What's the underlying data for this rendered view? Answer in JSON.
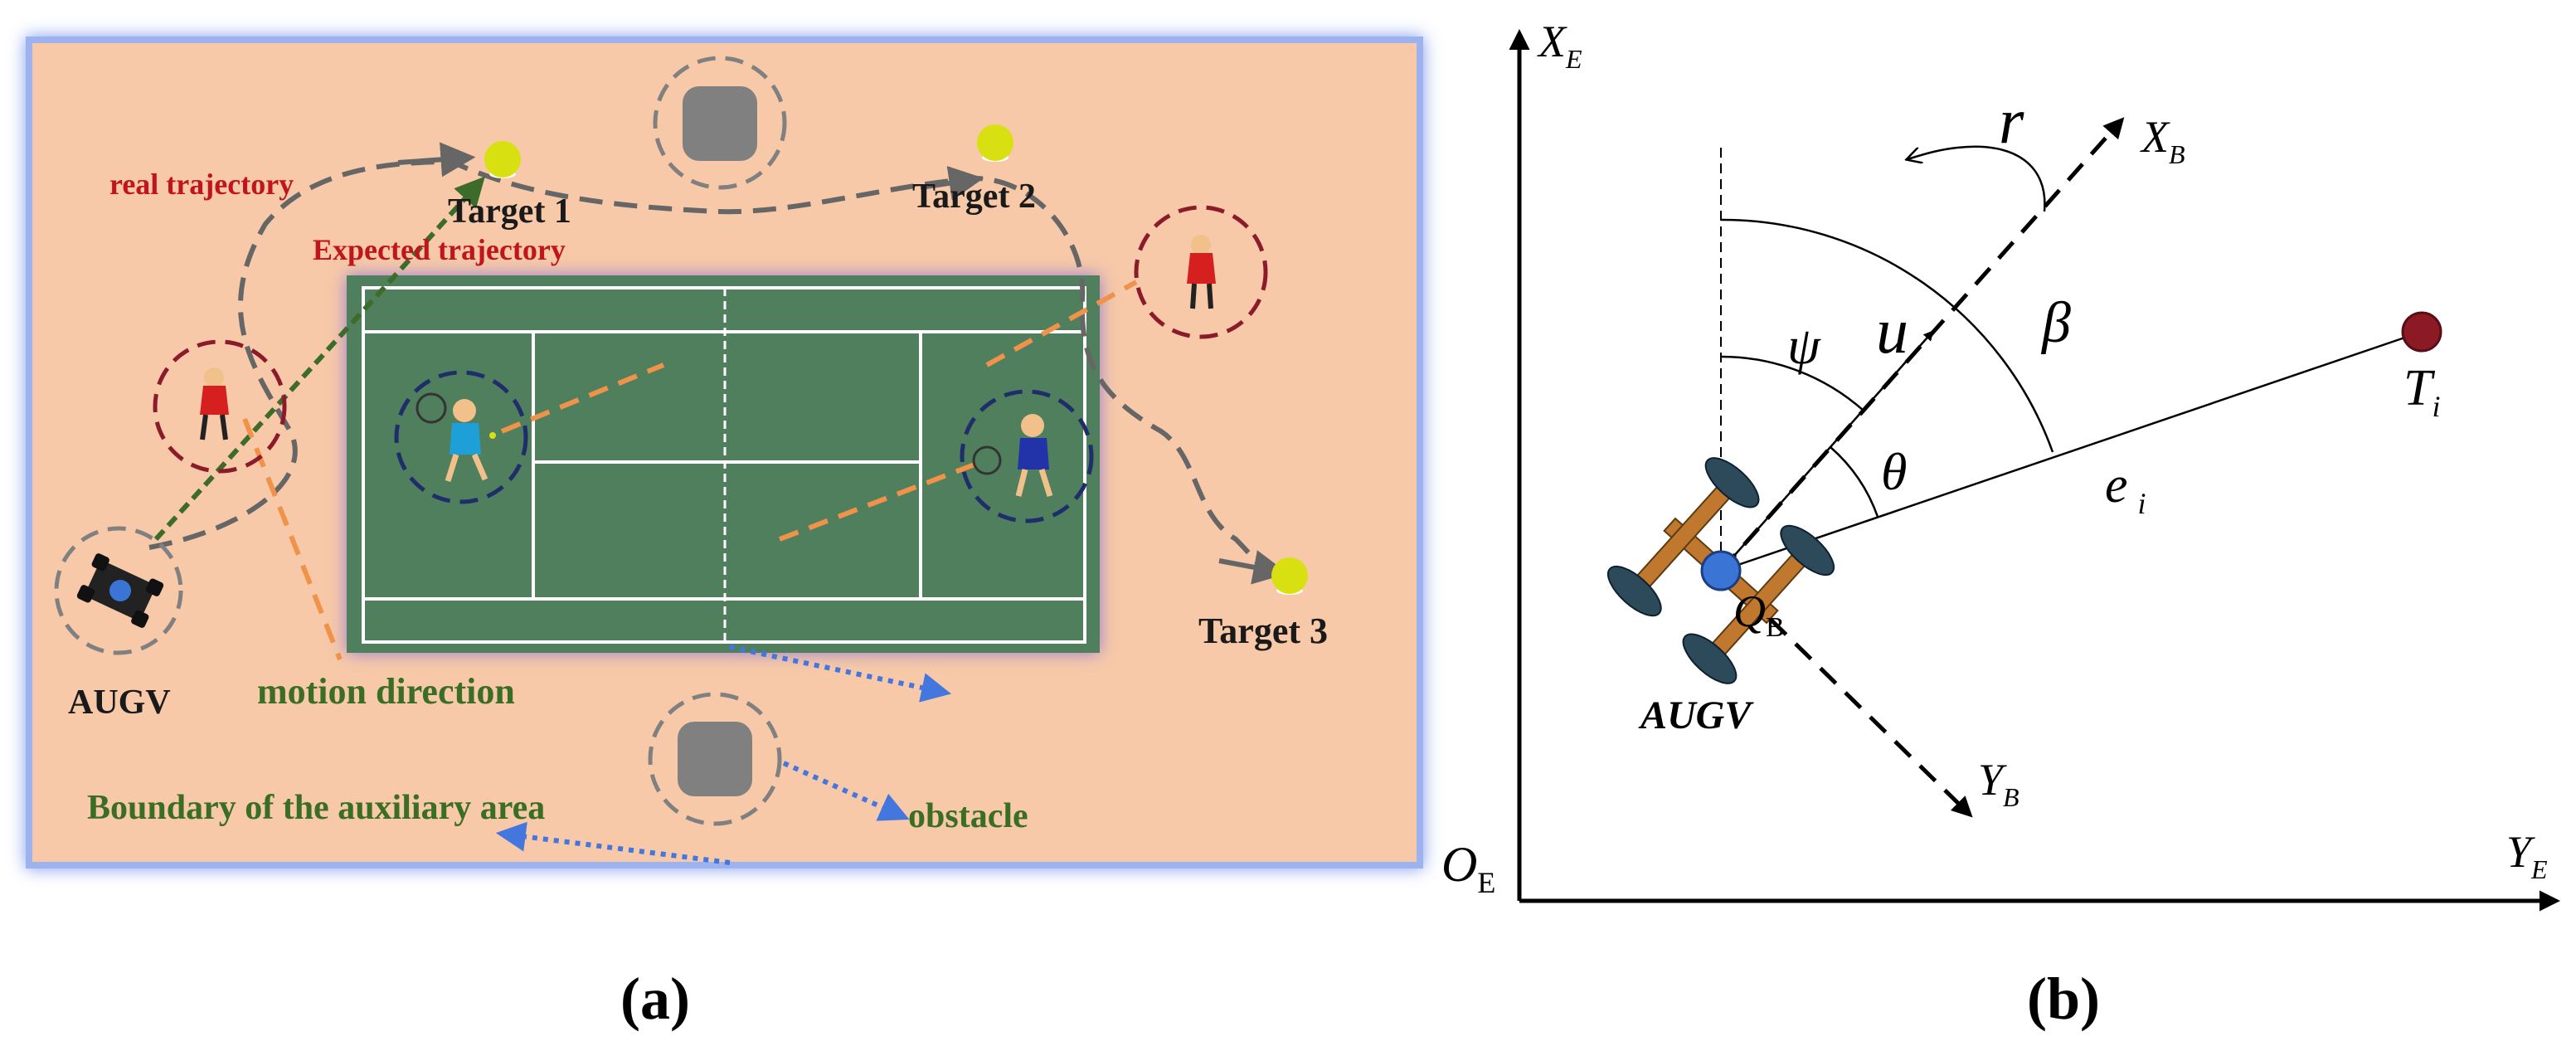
{
  "panel_a": {
    "caption": "(a)",
    "labels": {
      "real_trajectory": "real trajectory",
      "expected_trajectory": "Expected trajectory",
      "target1": "Target 1",
      "target2": "Target 2",
      "target3": "Target 3",
      "augv": "AUGV",
      "motion_direction": "motion direction",
      "boundary": "Boundary of the auxiliary area",
      "obstacle": "obstacle"
    },
    "colors": {
      "background": "#f7c9a8",
      "court": "#4f7f5c",
      "real_trajectory": "#666666",
      "expected_trajectory": "#3d6b2a",
      "motion_direction": "#f0924a",
      "boundary_arrow": "#4477dd",
      "player_ring": "#8b1a2a",
      "opponent_ring": "#1f2e6b",
      "red_label": "#c0161b",
      "green_label": "#3b6e25"
    }
  },
  "panel_b": {
    "caption": "(b)",
    "labels": {
      "axis_xe": "X",
      "axis_xe_sub": "E",
      "axis_ye": "Y",
      "axis_ye_sub": "E",
      "origin": "O",
      "origin_sub": "E",
      "axis_xb": "X",
      "axis_xb_sub": "B",
      "axis_yb": "Y",
      "axis_yb_sub": "B",
      "rotation": "r",
      "velocity": "u",
      "beta": "β",
      "psi": "ψ",
      "theta": "θ",
      "error": "e",
      "error_sub": "i",
      "target": "T",
      "target_sub": "i",
      "center": "Q",
      "center_sub": "B",
      "augv": "AUGV"
    },
    "colors": {
      "target": "#8b1a24",
      "wheel": "#2c4a5a",
      "chassis": "#c0782e",
      "center": "#3a75d6"
    }
  }
}
